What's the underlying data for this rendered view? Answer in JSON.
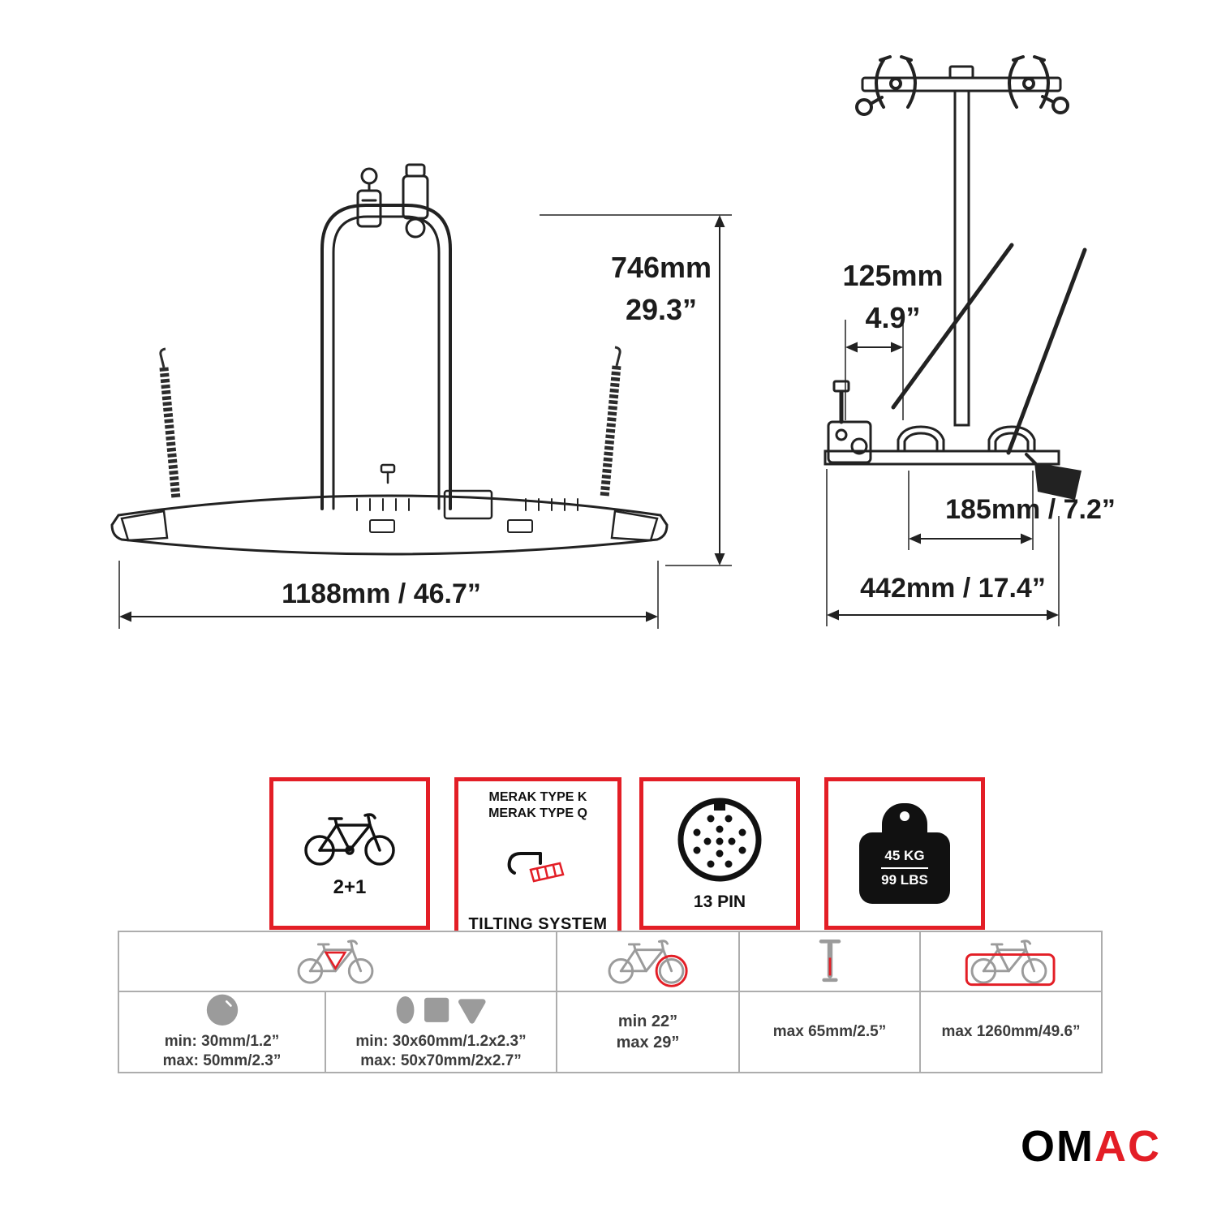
{
  "colors": {
    "accent": "#e31e26",
    "line": "#222222",
    "gray": "#9b9b9b"
  },
  "front_view": {
    "height_mm": "746mm",
    "height_in": "29.3”",
    "width": "1188mm / 46.7”"
  },
  "side_view": {
    "offset_mm": "125mm",
    "offset_in": "4.9”",
    "spread": "185mm / 7.2”",
    "depth": "442mm / 17.4”"
  },
  "features": {
    "capacity": {
      "label": "2+1"
    },
    "tilting": {
      "line1": "MERAK TYPE K",
      "line2": "MERAK TYPE Q",
      "label": "TILTING SYSTEM"
    },
    "plug": {
      "label": "13 PIN"
    },
    "load": {
      "kg": "45 KG",
      "lbs": "99 LBS"
    }
  },
  "spec_table": {
    "round_tube": {
      "min": "min: 30mm/1.2”",
      "max": "max: 50mm/2.3”"
    },
    "oval_tube": {
      "min": "min: 30x60mm/1.2x2.3”",
      "max": "max: 50x70mm/2x2.7”"
    },
    "wheel_size": {
      "min": "min 22”",
      "max": "max 29”"
    },
    "tire_width": {
      "value": "max 65mm/2.5”"
    },
    "wheelbase": {
      "value": "max 1260mm/49.6”"
    }
  },
  "logo": {
    "first": "OM",
    "second": "AC"
  }
}
